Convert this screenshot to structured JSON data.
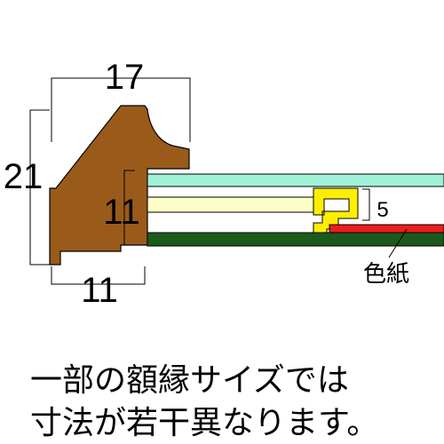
{
  "dimensions": {
    "top_width": "17",
    "total_height": "21",
    "rabbet_height": "11",
    "bottom_width": "11",
    "mat_thickness": "5"
  },
  "labels": {
    "colored_paper": "色紙"
  },
  "notice": {
    "line1": "一部の額縁サイズでは",
    "line2": "寸法が若干異なります。"
  },
  "colors": {
    "frame_wood": "#9a5a1a",
    "glass": "#9ff0d6",
    "mat_board": "#fdfdc8",
    "clip": "#ffee00",
    "colored_paper": "#ee1c1c",
    "backing_board": "#1c5a1c",
    "dimension_line": "#000000"
  }
}
